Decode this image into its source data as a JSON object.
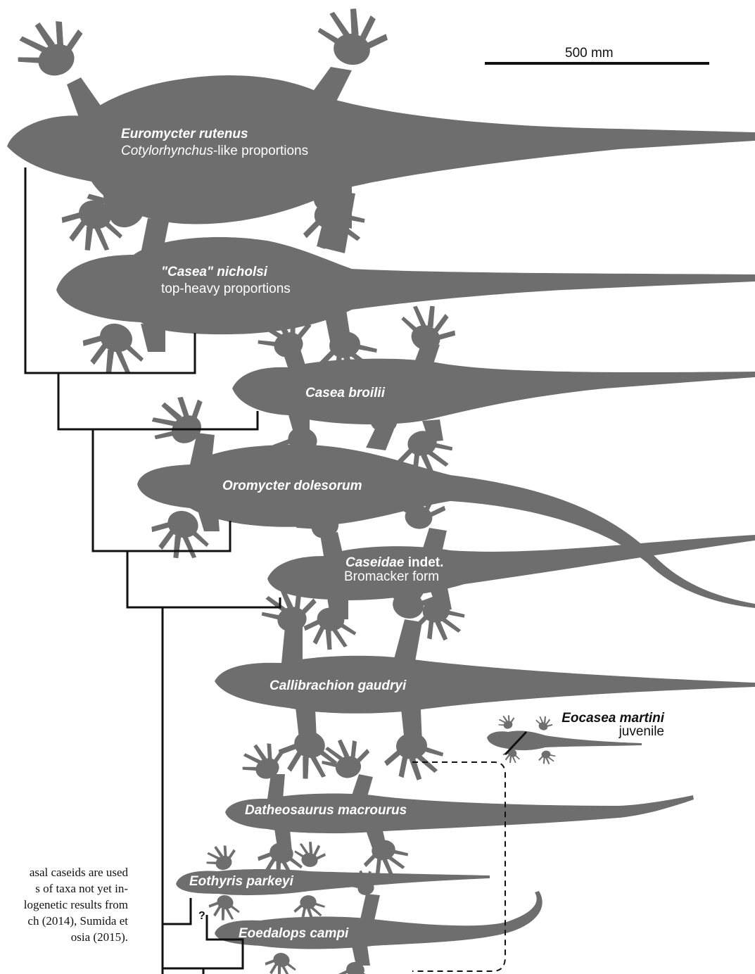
{
  "scale_bar": {
    "label": "500 mm"
  },
  "taxa": [
    {
      "id": "euromycter",
      "name": "Euromycter rutenus",
      "note_italic": "Cotylorhynchus",
      "note_rest": "-like proportions"
    },
    {
      "id": "casea-nicholsi",
      "name": "\"Casea\" nicholsi",
      "note_rest": "top-heavy proportions"
    },
    {
      "id": "casea-broilii",
      "name": "Casea broilii"
    },
    {
      "id": "oromycter",
      "name": "Oromycter dolesorum"
    },
    {
      "id": "caseidae-indet",
      "name_italic": "Caseidae",
      "name_rest": " indet.",
      "note_rest": "Bromacker form"
    },
    {
      "id": "callibrachion",
      "name": "Callibrachion gaudryi"
    },
    {
      "id": "eocasea",
      "name": "Eocasea martini",
      "note_rest": "juvenile"
    },
    {
      "id": "datheosaurus",
      "name": "Datheosaurus macrourus"
    },
    {
      "id": "eothyris",
      "name": "Eothyris parkeyi"
    },
    {
      "id": "eoedalops",
      "name": "Eoedalops campi"
    }
  ],
  "uncertainty_mark": "?",
  "caption_lines": [
    "asal caseids are used",
    "s of taxa not yet in-",
    "logenetic results from",
    "ch (2014), Sumida et",
    "osia (2015)."
  ],
  "colors": {
    "silhouette": "#6e6e6e",
    "tree": "#111111",
    "label": "#ffffff"
  }
}
